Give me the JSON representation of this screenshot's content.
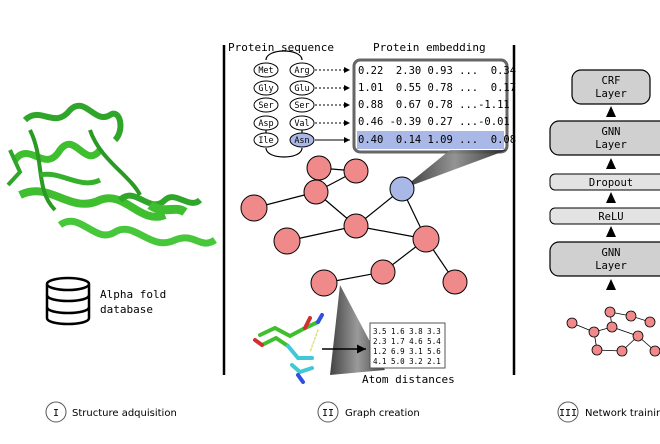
{
  "panel1": {
    "database_line1": "Alpha fold",
    "database_line2": "database",
    "caption_numeral": "I",
    "caption": "Structure adquisition"
  },
  "panel2": {
    "seq_title": "Protein sequence",
    "emb_title": "Protein embedding",
    "residues_left": [
      "Met",
      "Gly",
      "Ser",
      "Asp",
      "Ile"
    ],
    "residues_right": [
      "Arg",
      "Glu",
      "Ser",
      "Val",
      "Asn"
    ],
    "embedding_rows": [
      "0.22  2.30 0.93 ...  0.34",
      "1.01  0.55 0.78 ...  0.17",
      "0.88  0.67 0.78 ...-1.11",
      "0.46 -0.39 0.27 ...-0.01",
      "0.40  0.14 1.09 ...  0.08"
    ],
    "distance_rows": [
      "3.5 1.6 3.8 3.3",
      "2.3 1.7 4.6 5.4",
      "1.2 6.9 3.1 5.6",
      "4.1 5.0 3.2 2.1"
    ],
    "distances_label": "Atom distances",
    "caption_numeral": "II",
    "caption": "Graph creation"
  },
  "panel3": {
    "layers": [
      "CRF\nLayer",
      "GNN\nLayer",
      "Dropout",
      "ReLU",
      "GNN\nLayer"
    ],
    "caption_numeral": "III",
    "caption": "Network training"
  },
  "colors": {
    "node_red": "#f08a8a",
    "node_blue": "#a9b8e6",
    "highlight": "#a9b8e6",
    "protein_green": "#3fbf2f",
    "layer_fill": "#d0d0d0"
  }
}
